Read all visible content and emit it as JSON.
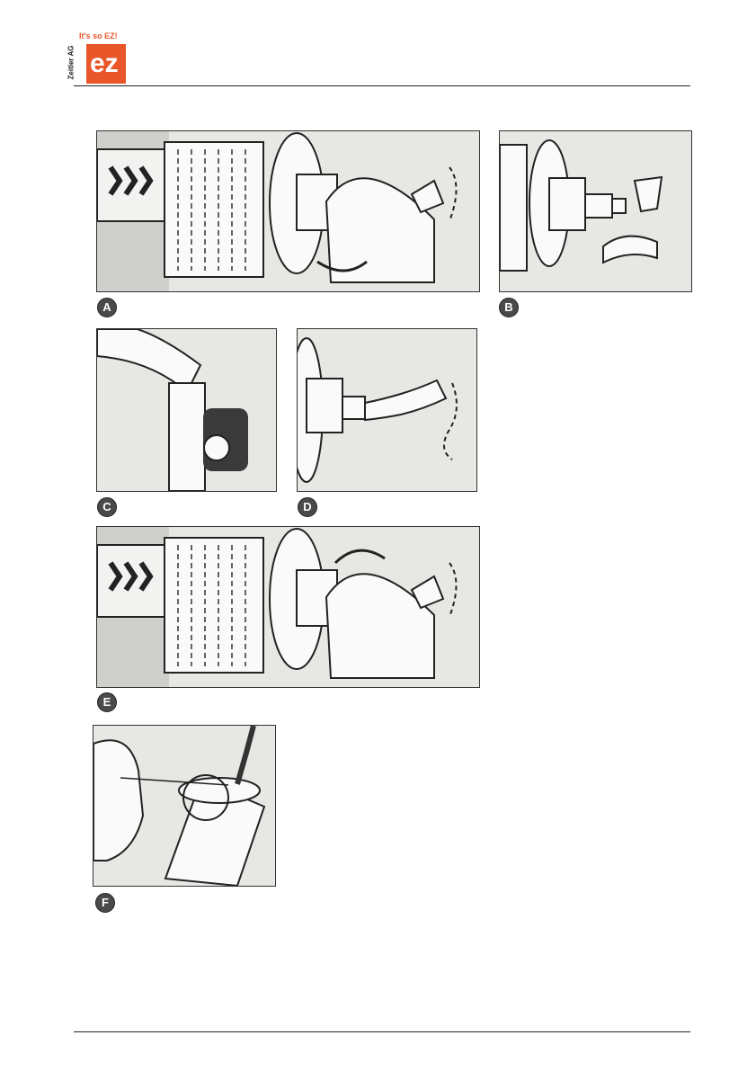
{
  "header": {
    "tagline": "It's so EZ!",
    "company": "Zeitler AG",
    "logo_text": "ez",
    "accent_color": "#e8562a"
  },
  "figures": [
    {
      "label": "A"
    },
    {
      "label": "B"
    },
    {
      "label": "C"
    },
    {
      "label": "D"
    },
    {
      "label": "E"
    },
    {
      "label": "F"
    }
  ]
}
